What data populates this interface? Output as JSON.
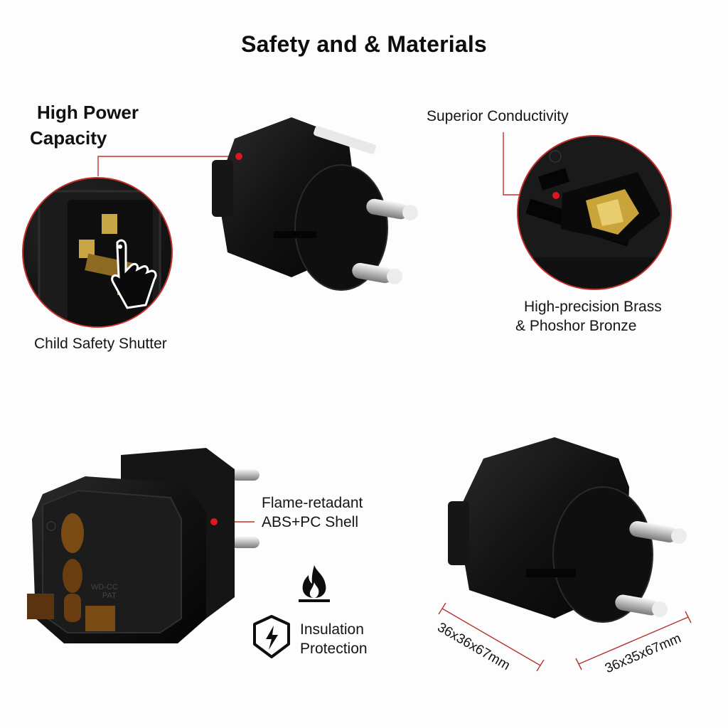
{
  "title": "Safety and & Materials",
  "colors": {
    "accent": "#c4302b",
    "dot": "#e0161e",
    "plug_body": "#121212",
    "pin_metal": "#d9d9d9",
    "brass": "#c9a43a",
    "background": "#fdfdfd"
  },
  "features": {
    "high_power": {
      "line1": "High Power",
      "line2": "Capacity"
    },
    "child_safety": {
      "label": "Child Safety Shutter"
    },
    "conductivity": {
      "label": "Superior Conductivity"
    },
    "materials": {
      "line1": "High-precision Brass",
      "line2": "& Phoshor Bronze"
    },
    "shell": {
      "line1": "Flame-retadant",
      "line2": "ABS+PC Shell"
    },
    "insulation": {
      "line1": "Insulation",
      "line2": "Protection"
    }
  },
  "markings": {
    "socket_text1": "WD-CC",
    "socket_text2": "PAT"
  },
  "dimensions": {
    "left": "36x36x67mm",
    "right": "36x35x67mm"
  },
  "icons": {
    "flame": "flame-icon",
    "shield": "shield-lightning-icon",
    "hand": "pointing-hand-icon"
  }
}
